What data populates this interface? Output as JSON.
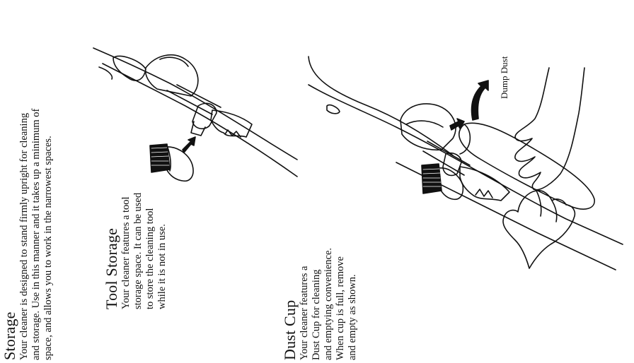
{
  "storage": {
    "heading": "Storage",
    "lines": [
      "Your cleaner is designed to stand firmly upright for cleaning",
      "and storage. Use in this manner and it takes up a minimum of",
      "space, and allows you to work in the narrowest spaces."
    ]
  },
  "tool_storage": {
    "heading": "Tool Storage",
    "lines": [
      "Your cleaner features a tool",
      "storage space. It can be used",
      "to store the cleaning tool",
      "while it is not in use."
    ]
  },
  "dust_cup": {
    "heading": "Dust Cup",
    "lines": [
      "Your cleaner features a",
      "Dust Cup for cleaning",
      "and emptying convenience.",
      "When cup is full, remove",
      "and empty as shown."
    ]
  },
  "illustration": {
    "dump_label": "Dump Dust"
  }
}
